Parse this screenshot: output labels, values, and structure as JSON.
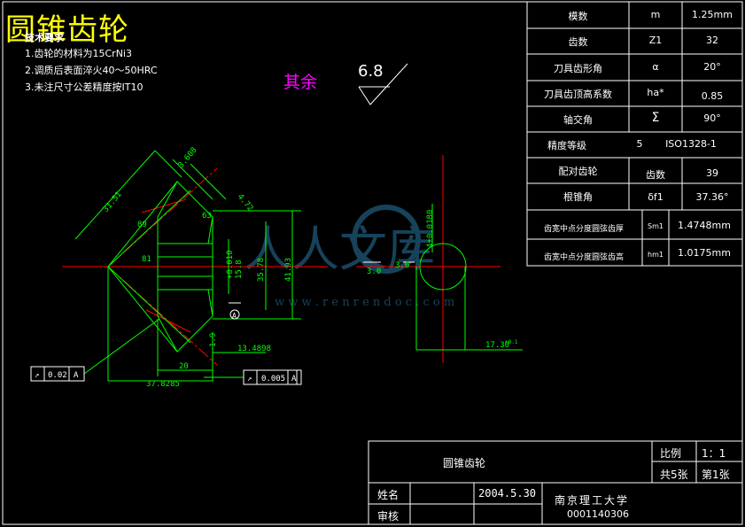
{
  "title": "圆锥齿轮",
  "tech_requirements": {
    "heading": "技术要求",
    "items": [
      "1.齿轮的材料为15CrNi3",
      "2.调质后表面淬火40～50HRC",
      "3.未注尺寸公差精度按IT10"
    ]
  },
  "surface_finish": {
    "label": "其余",
    "value": "6.8"
  },
  "params_table": [
    {
      "name": "模数",
      "symbol": "m",
      "value": "1.25mm"
    },
    {
      "name": "齿数",
      "symbol": "Z1",
      "value": "32"
    },
    {
      "name": "刀具齿形角",
      "symbol": "α",
      "value": "20°"
    },
    {
      "name": "刀具齿顶高系数",
      "symbol": "ha*",
      "value": "0.85"
    },
    {
      "name": "轴交角",
      "symbol": "Σ",
      "value": "90°"
    },
    {
      "name": "精度等级",
      "symbol": "5",
      "value": "ISO1328-1"
    },
    {
      "name": "配对齿轮",
      "symbol": "齿数",
      "value": "39"
    },
    {
      "name": "根锥角",
      "symbol": "δf1",
      "value": "37.36°"
    },
    {
      "name": "齿宽中点分度圆弦齿厚",
      "symbol": "Sm1",
      "value": "1.4748mm"
    },
    {
      "name": "齿宽中点分度圆弦齿高",
      "symbol": "hm1",
      "value": "1.0175mm"
    }
  ],
  "dimensions": {
    "d_3608": "3.608",
    "d_472": "4.72",
    "d_3151": "31.51",
    "d_89": "89",
    "d_81": "81",
    "d_63": "63",
    "d_tol_top": "+0.010",
    "d_tol_main": "15.8",
    "d_3578": "35.78",
    "d_4193": "41.93",
    "d_134898": "13.4898",
    "d_20": "20",
    "d_378285": "37.8285",
    "d_19": "1.9",
    "d_key": "3.6",
    "d_key2": "3.0",
    "d_keyway": "4±0.0180",
    "d_1730": "17.30",
    "tol_right": "+0.1",
    "gdt1_value": "0.02",
    "gdt1_ref": "A",
    "gdt2_value": "0.005",
    "gdt2_ref": "A",
    "datum": "A"
  },
  "watermark": {
    "chars": "人人文库",
    "url": "w w w . r e n r e n d o c . c o m"
  },
  "title_block": {
    "drawing_name": "圆锥齿轮",
    "scale_label": "比例",
    "scale_value": "1：1",
    "sheets_total": "共5张",
    "sheet_no": "第1张",
    "name_label": "姓名",
    "date": "2004.5.30",
    "university": "南京理工大学",
    "student_id": "0001140306",
    "review_label": "审核"
  },
  "colors": {
    "outline": "#00ff00",
    "center": "#ff0000",
    "frame": "#ffffff",
    "title": "#ffff00",
    "note": "#ff00ff",
    "watermark": "#1e5a7a"
  }
}
